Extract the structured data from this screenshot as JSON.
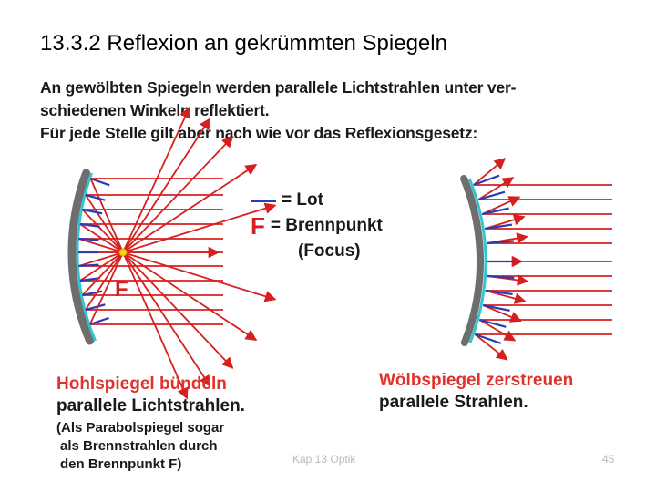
{
  "slide": {
    "title": "13.3.2 Reflexion an gekrümmten Spiegeln",
    "footer_center": "Kap 13 Optik",
    "page_number": "45"
  },
  "intro": {
    "line1": "An gewölbten Spiegeln werden parallele Lichtstrahlen unter ver-",
    "line2": "schiedenen Winkeln reflektiert.",
    "line3": "Für jede Stelle gilt aber nach wie vor das Reflexionsgesetz:"
  },
  "legend": {
    "lot_text": "= Lot",
    "f_symbol": "F",
    "f_text": "= Brennpunkt",
    "focus_text": "(Focus)"
  },
  "left_figure": {
    "focus_label": "F",
    "caption_line1": "Hohlspiegel bündeln",
    "caption_line2": "parallele Lichtstrahlen.",
    "note_line1": "(Als Parabolspiegel sogar",
    "note_line2": "als Brennstrahlen durch",
    "note_line3": "den Brennpunkt F)"
  },
  "right_figure": {
    "caption_line1": "Wölbspiegel zerstreuen",
    "caption_line2": "parallele Strahlen."
  },
  "colors": {
    "ray": "#d62020",
    "normal": "#2b3bb5",
    "mirror_gray": "#6e6e6e",
    "mirror_coating": "#33c6cf",
    "focus_dot": "#f5d600"
  }
}
